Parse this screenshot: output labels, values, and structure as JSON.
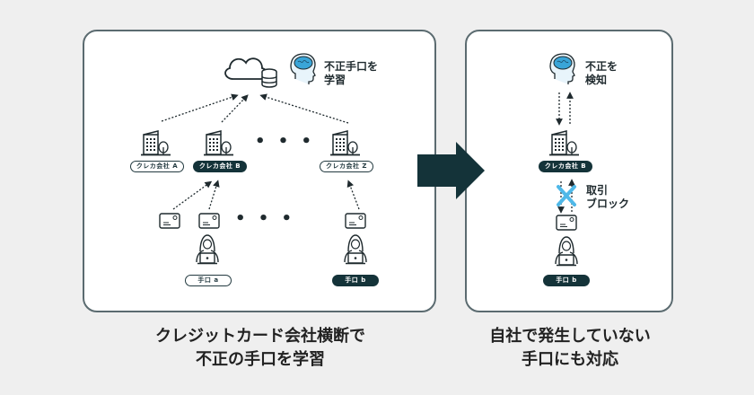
{
  "left_panel": {
    "brain_label": "不正手口を\n学習",
    "companies": [
      {
        "label": "クレカ会社 A",
        "style": "light"
      },
      {
        "label": "クレカ会社 B",
        "style": "dark"
      },
      {
        "label": "クレカ会社 Z",
        "style": "light"
      }
    ],
    "ellipsis_companies": "• • •",
    "ellipsis_cards": "• • •",
    "fraudsters": [
      {
        "label": "手口 a",
        "style": "light"
      },
      {
        "label": "手口 b",
        "style": "dark"
      }
    ],
    "caption": "クレジットカード会社横断で\n不正の手口を学習"
  },
  "right_panel": {
    "brain_label": "不正を\n検知",
    "company": {
      "label": "クレカ会社 B",
      "style": "dark"
    },
    "block_label": "取引\nブロック",
    "fraudster": {
      "label": "手口 b",
      "style": "dark"
    },
    "caption": "自社で発生していない\n手口にも対応"
  },
  "colors": {
    "dark_teal": "#143339",
    "brain_blue": "#3aa5d8",
    "block_x": "#4fb8e8",
    "border": "#5b6b70",
    "background": "#efefef"
  }
}
